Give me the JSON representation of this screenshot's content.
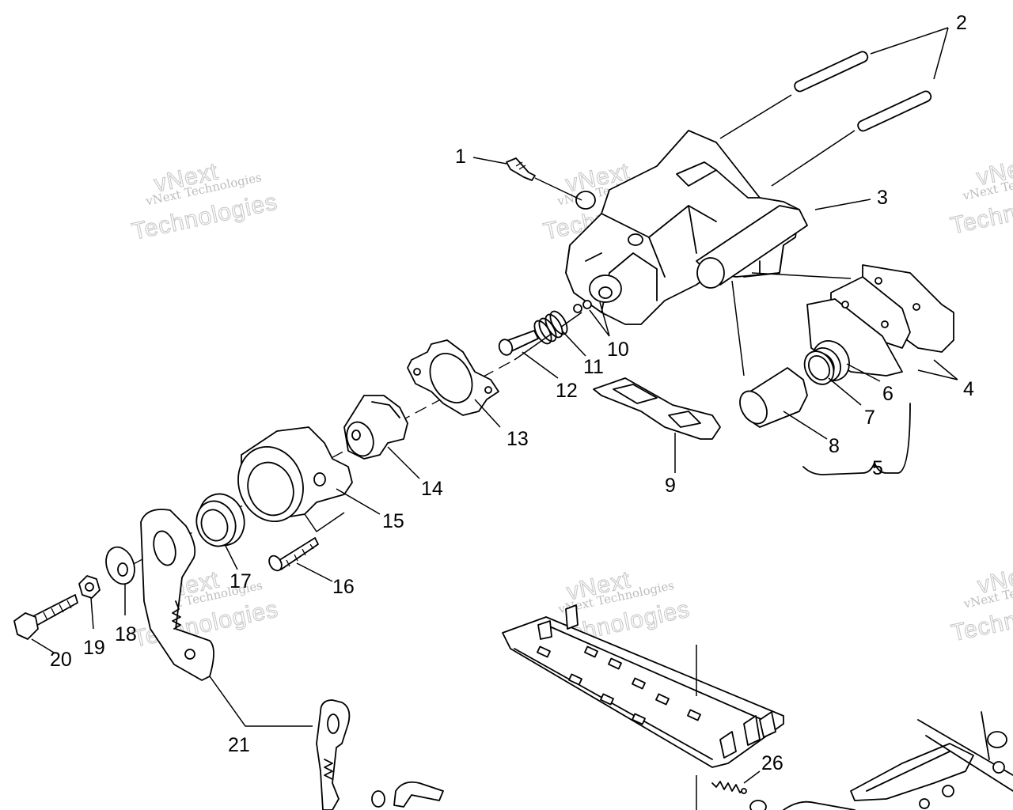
{
  "diagram": {
    "callouts": [
      {
        "id": "c1",
        "label": "1"
      },
      {
        "id": "c2",
        "label": "2"
      },
      {
        "id": "c3",
        "label": "3"
      },
      {
        "id": "c4",
        "label": "4"
      },
      {
        "id": "c5",
        "label": "5"
      },
      {
        "id": "c6",
        "label": "6"
      },
      {
        "id": "c7",
        "label": "7"
      },
      {
        "id": "c8",
        "label": "8"
      },
      {
        "id": "c9",
        "label": "9"
      },
      {
        "id": "c10",
        "label": "10"
      },
      {
        "id": "c11",
        "label": "11"
      },
      {
        "id": "c12",
        "label": "12"
      },
      {
        "id": "c13",
        "label": "13"
      },
      {
        "id": "c14",
        "label": "14"
      },
      {
        "id": "c15",
        "label": "15"
      },
      {
        "id": "c16",
        "label": "16"
      },
      {
        "id": "c17",
        "label": "17"
      },
      {
        "id": "c18",
        "label": "18"
      },
      {
        "id": "c19",
        "label": "19"
      },
      {
        "id": "c20",
        "label": "20"
      },
      {
        "id": "c21",
        "label": "21"
      },
      {
        "id": "c26",
        "label": "26"
      }
    ]
  },
  "watermark": {
    "small_text": "vNext Technologies",
    "large_top": "vNext",
    "large_bottom": "Technologies"
  }
}
